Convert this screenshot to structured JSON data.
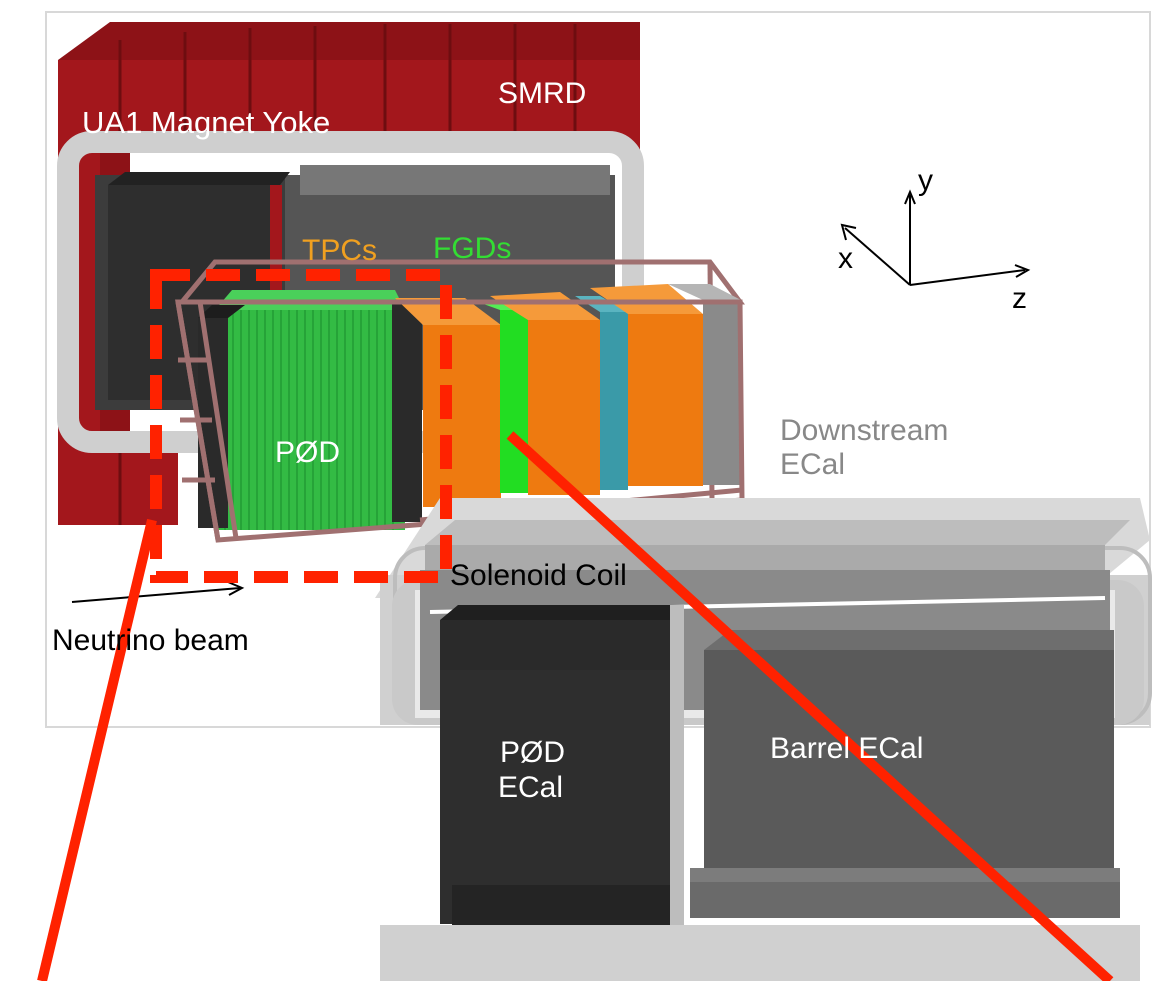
{
  "labels": {
    "magnet_yoke": "UA1 Magnet Yoke",
    "smrd": "SMRD",
    "tpcs": "TPCs",
    "fgds": "FGDs",
    "pod": "PØD",
    "downstream_ecal_line1": "Downstream",
    "downstream_ecal_line2": "ECal",
    "solenoid_coil": "Solenoid Coil",
    "neutrino_beam": "Neutrino beam",
    "pod_ecal_line1": "PØD",
    "pod_ecal_line2": "ECal",
    "barrel_ecal": "Barrel ECal",
    "axis_x": "x",
    "axis_y": "y",
    "axis_z": "z"
  },
  "colors": {
    "yoke_red": "#a3171c",
    "tpc_orange": "#ee7a10",
    "fgd_green": "#22dd22",
    "pod_green": "#33bb44",
    "tpc_label_orange": "#f0a020",
    "fgd_label_green": "#33dd33",
    "highlight_red": "#ff2200",
    "coil_gray": "#c9c9c9",
    "dark_module": "#2e2e2e",
    "barrel_gray": "#5a5a5a",
    "frame_pink": "#a07070"
  }
}
